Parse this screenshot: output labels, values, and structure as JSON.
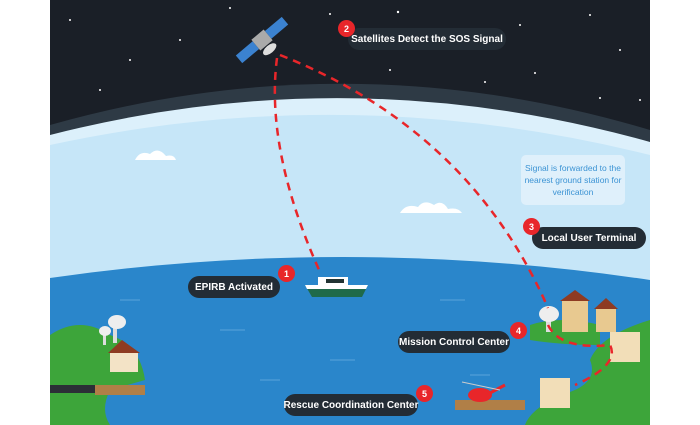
{
  "steps": [
    {
      "number": "1",
      "label": "EPIRB Activated"
    },
    {
      "number": "2",
      "label": "Satellites Detect the SOS Signal"
    },
    {
      "number": "3",
      "label": "Local User Terminal"
    },
    {
      "number": "4",
      "label": "Mission Control Center"
    },
    {
      "number": "5",
      "label": "Rescue Coordination Center"
    }
  ],
  "note": "Signal is forwarded to the nearest ground station for verification",
  "colors": {
    "space": "#1a1f27",
    "sky": "#cde9f8",
    "ocean": "#2a86cb",
    "land": "#3da53a",
    "signal": "#e8262a",
    "label_bg": "#232c35",
    "badge": "#e8262a"
  }
}
